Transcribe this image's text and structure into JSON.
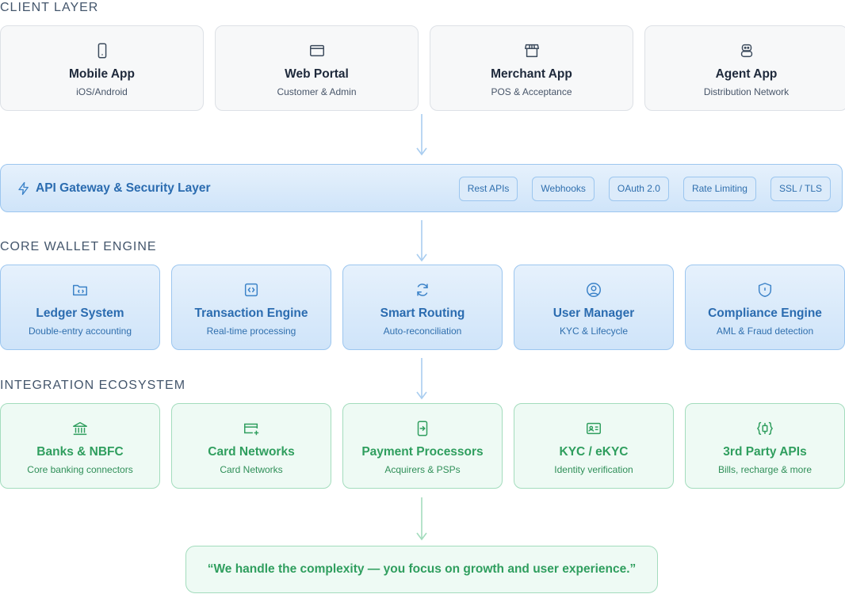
{
  "sections": {
    "client": "CLIENT LAYER",
    "core": "CORE WALLET ENGINE",
    "integration": "INTEGRATION ECOSYSTEM"
  },
  "client_cards": [
    {
      "icon": "smartphone-icon",
      "title": "Mobile App",
      "subtitle": "iOS/Android"
    },
    {
      "icon": "browser-window-icon",
      "title": "Web Portal",
      "subtitle": "Customer & Admin"
    },
    {
      "icon": "storefront-icon",
      "title": "Merchant App",
      "subtitle": "POS & Acceptance"
    },
    {
      "icon": "agent-icon",
      "title": "Agent App",
      "subtitle": "Distribution Network"
    }
  ],
  "gateway": {
    "icon": "lightning-icon",
    "title": "API Gateway & Security Layer",
    "tags": [
      "Rest APIs",
      "Webhooks",
      "OAuth 2.0",
      "Rate Limiting",
      "SSL / TLS"
    ]
  },
  "core_cards": [
    {
      "icon": "folder-code-icon",
      "title": "Ledger System",
      "subtitle": "Double-entry accounting"
    },
    {
      "icon": "code-brackets-icon",
      "title": "Transaction Engine",
      "subtitle": "Real-time processing"
    },
    {
      "icon": "refresh-icon",
      "title": "Smart Routing",
      "subtitle": "Auto-reconciliation"
    },
    {
      "icon": "user-circle-icon",
      "title": "User Manager",
      "subtitle": "KYC & Lifecycle"
    },
    {
      "icon": "shield-icon",
      "title": "Compliance Engine",
      "subtitle": "AML & Fraud detection"
    }
  ],
  "integration_cards": [
    {
      "icon": "bank-icon",
      "title": "Banks & NBFC",
      "subtitle": "Core banking connectors"
    },
    {
      "icon": "credit-card-plus-icon",
      "title": "Card Networks",
      "subtitle": "Card Networks"
    },
    {
      "icon": "payment-arrow-icon",
      "title": "Payment Processors",
      "subtitle": "Acquirers & PSPs"
    },
    {
      "icon": "id-card-icon",
      "title": "KYC / eKYC",
      "subtitle": "Identity verification"
    },
    {
      "icon": "api-plug-icon",
      "title": "3rd Party APIs",
      "subtitle": "Bills, recharge & more"
    }
  ],
  "footer": "“We handle the complexity — you focus on growth and user experience.”",
  "colors": {
    "blue_accent": "#2b6cb0",
    "green_accent": "#2f9e5e",
    "arrow_blue": "#a9cdf0",
    "arrow_green": "#a3dcbd"
  }
}
